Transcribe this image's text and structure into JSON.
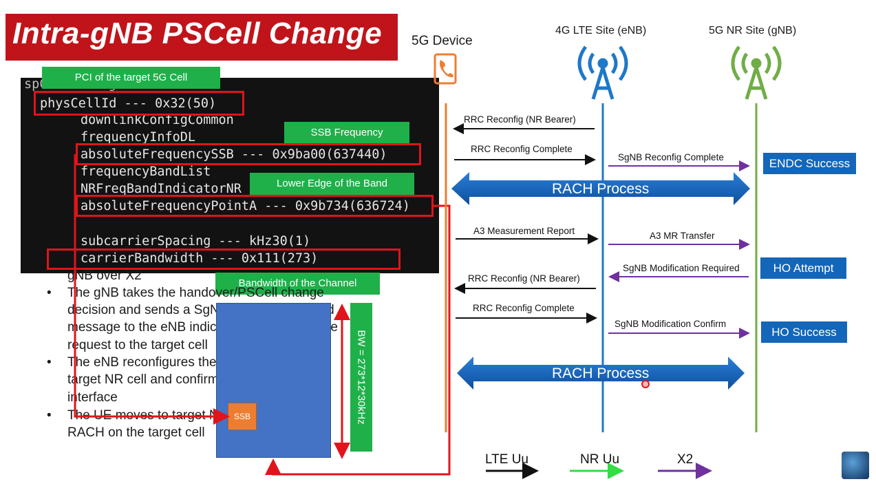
{
  "title": "Intra-gNB PSCell Change",
  "code_panel": {
    "line0": "spCellConfigCommon",
    "line1": "physCellId --- 0x32(50)",
    "line2": "downlinkConfigCommon",
    "line3": "frequencyInfoDL",
    "line4": "absoluteFrequencySSB --- 0x9ba00(637440)",
    "line5": "frequencyBandList",
    "line6": "NRFreqBandIndicatorNR --- 78",
    "line7": "absoluteFrequencyPointA --- 0x9b734(636724)",
    "line8": "subcarrierSpacing --- kHz30(1)",
    "line9": "carrierBandwidth --- 0x111(273)"
  },
  "labels": {
    "pci": "PCI of the target 5G Cell",
    "ssb_freq": "SSB Frequency",
    "lower_edge": "Lower Edge of the Band",
    "bandwidth": "Bandwidth of the Channel",
    "ssb_block": "SSB",
    "bw_formula": "BW = 273*12*30kHz"
  },
  "bullets": {
    "b0": "gNB over X2",
    "b1": [
      "The gNB takes the handover/PSCell change",
      "decision and sends a SgNB Change Required",
      "message to the eNB indicating PSCell Change",
      "request to the target cell"
    ],
    "b2": [
      "The eNB reconfigures the UE to connect to",
      "target NR cell and confirms to gNB over X2",
      "interface"
    ],
    "b3": [
      "The UE moves to target NR cell after getting",
      "RACH on the target cell"
    ]
  },
  "nodes": {
    "device": "5G Device",
    "enb": "4G LTE Site (eNB)",
    "gnb": "5G NR Site (gNB)"
  },
  "messages": {
    "m1": "RRC Reconfig (NR Bearer)",
    "m2": "RRC Reconfig Complete",
    "m3": "SgNB Reconfig Complete",
    "m4": "A3 Measurement Report",
    "m5": "A3 MR Transfer",
    "m6": "SgNB Modification Required",
    "m7": "RRC Reconfig (NR Bearer)",
    "m8": "RRC Reconfig Complete",
    "m9": "SgNB Modification Confirm"
  },
  "rach": {
    "r1": "RACH Process",
    "r2": "RACH Process"
  },
  "status": {
    "s1": "ENDC Success",
    "s2": "HO Attempt",
    "s3": "HO Success"
  },
  "legend": {
    "lte": "LTE Uu",
    "nr": "NR Uu",
    "x2": "X2"
  },
  "colors": {
    "title_bg": "#c0141a",
    "highlight_red": "#e0141a",
    "label_green": "#1fb04a",
    "device_orange": "#ed7d31",
    "lte_blue": "#1e78c8",
    "nr_green": "#70ad47",
    "x2_purple": "#7030a0",
    "status_blue": "#1466b8"
  }
}
